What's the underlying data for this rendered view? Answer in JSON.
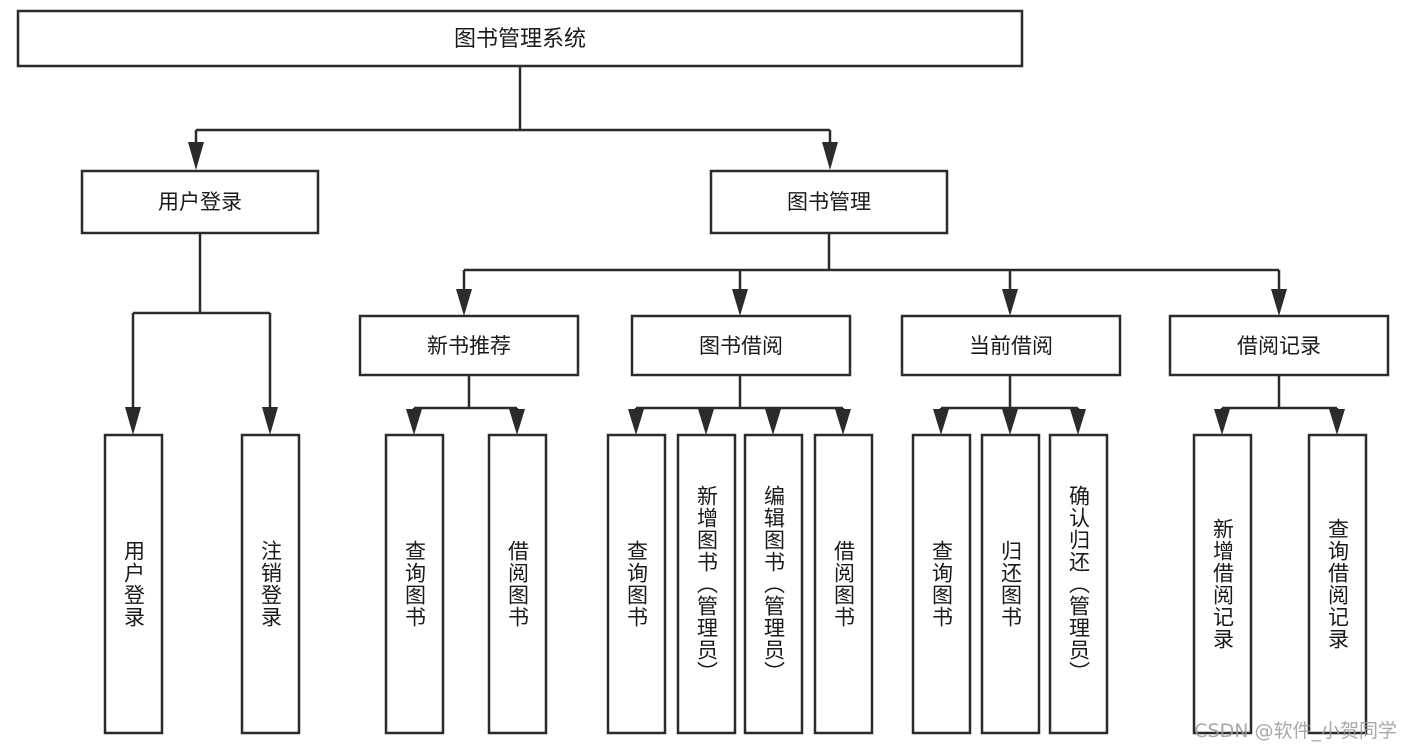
{
  "diagram": {
    "title": "图书管理系统",
    "type": "tree-hierarchy-chart",
    "watermark": "CSDN @软件_小贺同学",
    "root": {
      "id": "root",
      "label": "图书管理系统"
    },
    "level2": [
      {
        "id": "user-login",
        "label": "用户登录"
      },
      {
        "id": "book-management",
        "label": "图书管理"
      }
    ],
    "level3": [
      {
        "id": "new-book-recommend",
        "label": "新书推荐",
        "parent": "book-management"
      },
      {
        "id": "book-borrow",
        "label": "图书借阅",
        "parent": "book-management"
      },
      {
        "id": "current-borrow",
        "label": "当前借阅",
        "parent": "book-management"
      },
      {
        "id": "borrow-record",
        "label": "借阅记录",
        "parent": "book-management"
      }
    ],
    "leaves": [
      {
        "id": "leaf-user-login",
        "label": "用户登录",
        "parent": "user-login"
      },
      {
        "id": "leaf-logout-login",
        "label": "注销登录",
        "parent": "user-login"
      },
      {
        "id": "leaf-query-book-1",
        "label": "查询图书",
        "parent": "new-book-recommend"
      },
      {
        "id": "leaf-borrow-book-1",
        "label": "借阅图书",
        "parent": "new-book-recommend"
      },
      {
        "id": "leaf-query-book-2",
        "label": "查询图书",
        "parent": "book-borrow"
      },
      {
        "id": "leaf-add-book",
        "label": "新增图书（管理员）",
        "parent": "book-borrow"
      },
      {
        "id": "leaf-edit-book",
        "label": "编辑图书（管理员）",
        "parent": "book-borrow"
      },
      {
        "id": "leaf-borrow-book-2",
        "label": "借阅图书",
        "parent": "book-borrow"
      },
      {
        "id": "leaf-query-book-3",
        "label": "查询图书",
        "parent": "current-borrow"
      },
      {
        "id": "leaf-return-book",
        "label": "归还图书",
        "parent": "current-borrow"
      },
      {
        "id": "leaf-confirm-return",
        "label": "确认归还（管理员）",
        "parent": "current-borrow"
      },
      {
        "id": "leaf-add-record",
        "label": "新增借阅记录",
        "parent": "borrow-record"
      },
      {
        "id": "leaf-query-record",
        "label": "查询借阅记录",
        "parent": "borrow-record"
      }
    ],
    "colors": {
      "stroke": "#2b2b2b",
      "fill": "#ffffff",
      "text": "#1a1a1a",
      "watermark": "#9a9a9a",
      "background": "#ffffff"
    }
  }
}
